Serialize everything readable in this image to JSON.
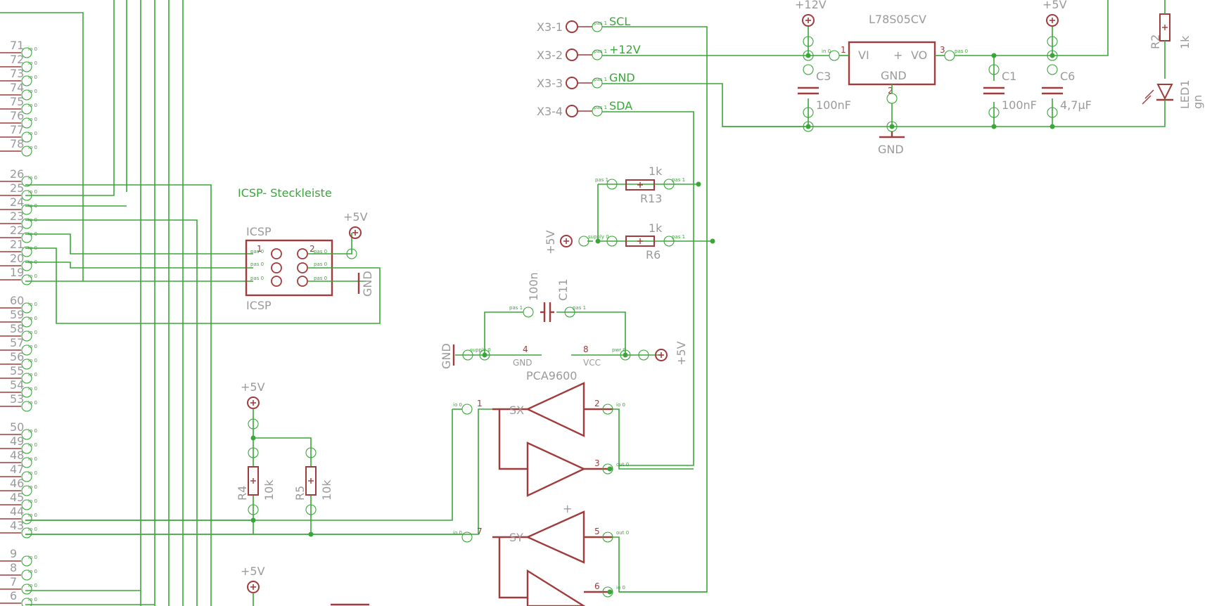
{
  "colors": {
    "wire": "#3aa63a",
    "component": "#a03c3c",
    "text": "#9a9a9a",
    "background": "#ffffff"
  },
  "connector_pins": {
    "group1": [
      "71",
      "72",
      "73",
      "74",
      "75",
      "76",
      "77",
      "78"
    ],
    "group2": [
      "26",
      "25",
      "24",
      "23",
      "22",
      "21",
      "20",
      "19"
    ],
    "group3": [
      "60",
      "59",
      "58",
      "57",
      "56",
      "55",
      "54",
      "53"
    ],
    "group4": [
      "50",
      "49",
      "48",
      "47",
      "46",
      "45",
      "44",
      "43"
    ],
    "group5": [
      "9",
      "8",
      "7",
      "6"
    ],
    "pin_type": "io 0"
  },
  "x3": {
    "pins": [
      "X3-1",
      "X3-2",
      "X3-3",
      "X3-4"
    ],
    "nets": [
      "SCL",
      "+12V",
      "GND",
      "SDA"
    ],
    "pin_type": "pas 1"
  },
  "icsp": {
    "title": "ICSP- Steckleiste",
    "name": "ICSP",
    "value": "ICSP",
    "pin_label": "pas 0",
    "pin_nums": [
      "1",
      "2"
    ],
    "supply": "+5V",
    "gnd": "GND"
  },
  "regulator": {
    "name": "L78S05CV",
    "vi": "VI",
    "vo": "VO",
    "gnd": "GND",
    "plus": "+",
    "pin1": "1",
    "pin2": "2",
    "pin3": "3",
    "in_label": "in 0",
    "pas_label": "pas 0",
    "supply_label": "supply 0",
    "gnd_symbol": "GND"
  },
  "supplies": {
    "p12v": "+12V",
    "p5v": "+5V",
    "gnd": "GND"
  },
  "caps": {
    "c3": {
      "name": "C3",
      "value": "100nF"
    },
    "c1": {
      "name": "C1",
      "value": "100nF"
    },
    "c6": {
      "name": "C6",
      "value": "4,7µF"
    },
    "c11": {
      "name": "C11",
      "value": "100n"
    }
  },
  "resistors": {
    "r2": {
      "name": "R2",
      "value": "1k"
    },
    "r13": {
      "name": "R13",
      "value": "1k"
    },
    "r6": {
      "name": "R6",
      "value": "1k"
    },
    "r4": {
      "name": "R4",
      "value": "10k"
    },
    "r5": {
      "name": "R5",
      "value": "10k"
    }
  },
  "led": {
    "name": "LED1",
    "value": "gn"
  },
  "pca9600": {
    "name": "PCA9600",
    "gnd_pin": "4",
    "vcc_pin": "8",
    "gnd_label": "GND",
    "vcc_label": "VCC",
    "sx": "SX",
    "sy": "SY",
    "pins": [
      "1",
      "2",
      "3",
      "5",
      "6",
      "7"
    ],
    "io_label": "io 0",
    "out_label": "out 0",
    "pwr_label": "pwr 0",
    "plus": "+"
  },
  "small_labels": {
    "pas1": "pas 1",
    "pas0": "pas 0",
    "sup0": "sup 0",
    "supply0": "supply 0"
  }
}
